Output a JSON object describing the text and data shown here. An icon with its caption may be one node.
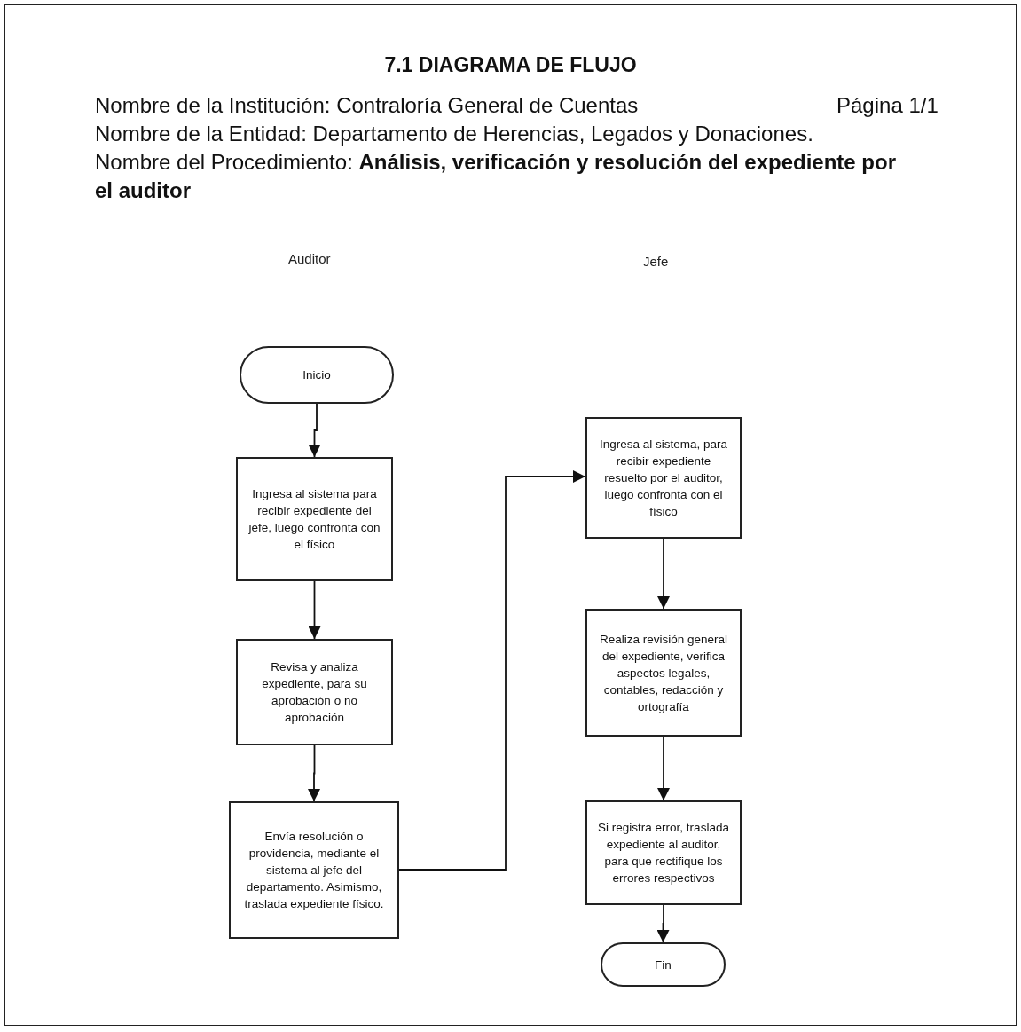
{
  "diagram": {
    "title": "7.1 DIAGRAMA DE FLUJO",
    "nodes": [
      {
        "text": [
          "Inicio"
        ]
      },
      {
        "text": [
          "Ingresa al sistema para recibir expediente del jefe, luego confronta con el físico"
        ]
      },
      {
        "text": [
          "Revisa y analiza expediente, para su aprobación o no aprobación"
        ]
      },
      {
        "text": [
          "Envía resolución o providencia, mediante el sistema al jefe del departamento. Asimismo, traslada expediente físico."
        ]
      },
      {
        "text": [
          "Ingresa al sistema, para recibir expediente resuelto por el auditor, luego confronta con el físico"
        ]
      },
      {
        "text": [
          "Realiza revisión general del expediente, verifica aspectos legales, contables, redacción y ortografía"
        ]
      },
      {
        "text": [
          "Si registra error, traslada expediente al auditor, para que rectifique los errores respectivos"
        ]
      },
      {
        "text": [
          "Fin"
        ]
      }
    ],
    "edges": [
      {
        "from": 0,
        "to": 1,
        "arrow": "to"
      },
      {
        "from": 1,
        "to": 2,
        "arrow": "to"
      },
      {
        "from": 2,
        "to": 3,
        "arrow": "to"
      },
      {
        "from": 3,
        "to": 4,
        "arrow": "to"
      },
      {
        "from": 4,
        "to": 5,
        "arrow": "to"
      },
      {
        "from": 5,
        "to": 6,
        "arrow": "to"
      },
      {
        "from": 6,
        "to": 7,
        "arrow": "to"
      }
    ],
    "labels": [
      "Nombre de la Institución: Contraloría General de Cuentas",
      "Página 1/1",
      "Nombre de la Entidad:  Departamento de Herencias, Legados y Donaciones.",
      "Nombre del Procedimiento: **Análisis, verificación y resolución del expediente por el auditor**",
      "Auditor",
      "Jefe"
    ]
  }
}
